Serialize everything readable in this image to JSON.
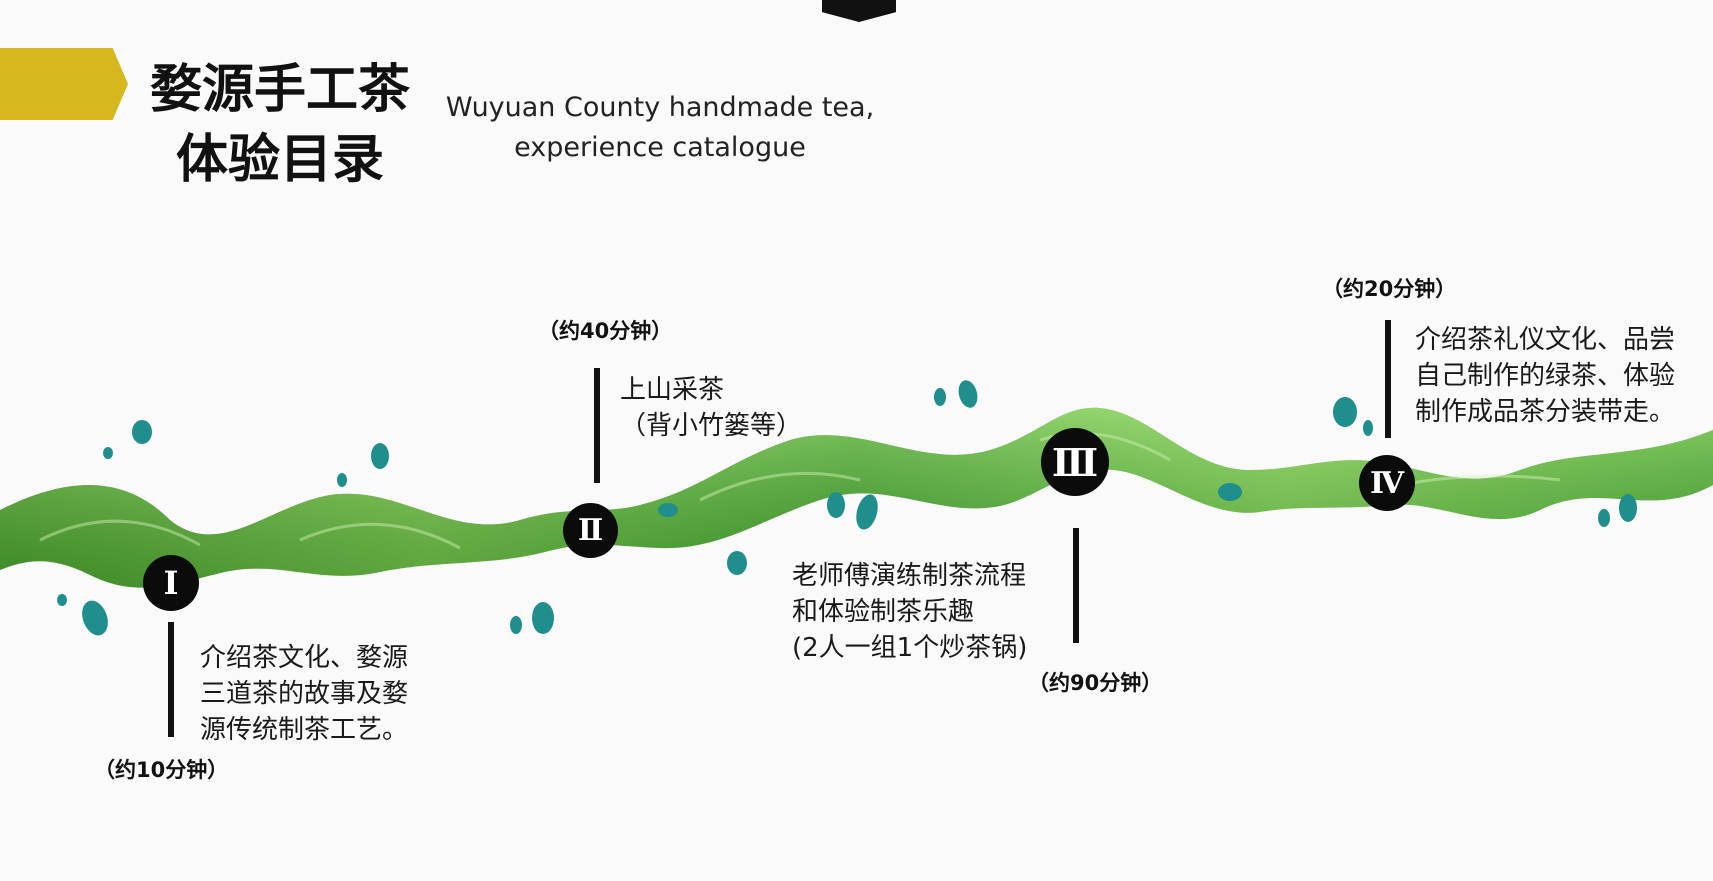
{
  "header": {
    "title_line1": "婺源手工茶",
    "title_line2": "体验目录",
    "subtitle_line1": "Wuyuan County handmade tea,",
    "subtitle_line2": "experience catalogue"
  },
  "colors": {
    "accent": "#d4b81d",
    "leaf_green": "#3f9b2f",
    "leaf_light": "#8fd46a",
    "teal_drop": "#1f8e8c",
    "marker": "#0b0b0b"
  },
  "steps": [
    {
      "numeral": "Ⅰ",
      "lines": [
        "介绍茶文化、婺源",
        "三道茶的故事及婺",
        "源传统制茶工艺。"
      ],
      "duration": "（约10分钟）"
    },
    {
      "numeral": "Ⅱ",
      "lines": [
        "上山采茶",
        "（背小竹篓等）"
      ],
      "duration": "（约40分钟）"
    },
    {
      "numeral": "Ⅲ",
      "lines": [
        "老师傅演练制茶流程",
        "和体验制茶乐趣",
        "(2人一组1个炒茶锅)"
      ],
      "duration": "（约90分钟）"
    },
    {
      "numeral": "Ⅳ",
      "lines": [
        "介绍茶礼仪文化、品尝",
        "自己制作的绿茶、体验",
        "制作成品茶分装带走。"
      ],
      "duration": "（约20分钟）"
    }
  ]
}
